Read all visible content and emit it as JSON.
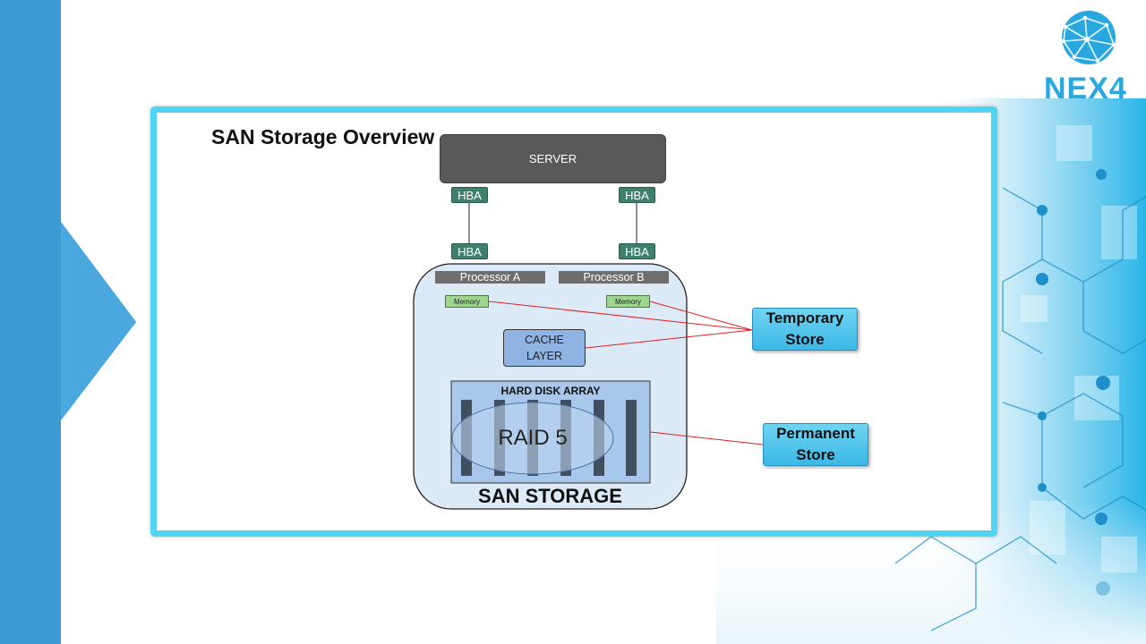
{
  "slide": {
    "title": "SAN Storage Overview"
  },
  "logo": {
    "text": "NEX4",
    "icon": "globe-icon"
  },
  "diagram": {
    "server_label": "SERVER",
    "hba_label": "HBA",
    "processors": [
      "Processor A",
      "Processor B"
    ],
    "memory_label": "Memory",
    "cache_label": "CACHE LAYER",
    "disk_array_label": "HARD DISK ARRAY",
    "raid_label": "RAID 5",
    "storage_label": "SAN STORAGE",
    "temporary_store_label": "Temporary Store",
    "permanent_store_label": "Permanent Store"
  },
  "colors": {
    "accent": "#29a8e0",
    "card_border": "#4fd4f2",
    "server": "#595959",
    "hba": "#3f7f6e",
    "memory": "#9ed68f",
    "cache": "#8fb4e3",
    "storage_fill": "#dce9f6",
    "link_line": "#e02020"
  }
}
